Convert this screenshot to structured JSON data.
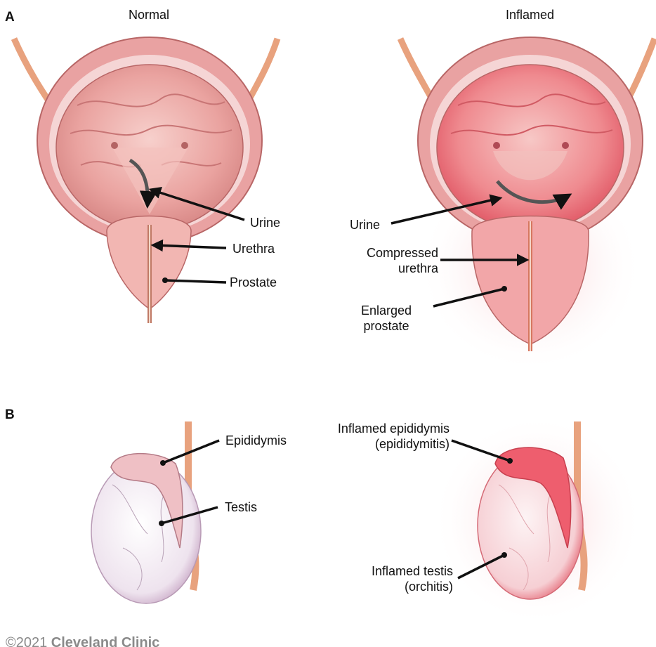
{
  "panels": {
    "a": {
      "letter": "A",
      "normal_title": "Normal",
      "inflamed_title": "Inflamed",
      "normal_labels": {
        "urine": "Urine",
        "urethra": "Urethra",
        "prostate": "Prostate"
      },
      "inflamed_labels": {
        "urine": "Urine",
        "compressed_urethra_1": "Compressed",
        "compressed_urethra_2": "urethra",
        "enlarged_prostate_1": "Enlarged",
        "enlarged_prostate_2": "prostate"
      }
    },
    "b": {
      "letter": "B",
      "normal_labels": {
        "epididymis": "Epididymis",
        "testis": "Testis"
      },
      "inflamed_labels": {
        "epididymis_1": "Inflamed epididymis",
        "epididymis_2": "(epididymitis)",
        "testis_1": "Inflamed testis",
        "testis_2": "(orchitis)"
      }
    }
  },
  "copyright": {
    "symbol_year": "©2021",
    "owner": "Cleveland Clinic"
  },
  "colors": {
    "tissue": "#e9a2a2",
    "tissue_dark": "#c86a6a",
    "inflamed": "#ef6f7a",
    "testis": "#f3eef3",
    "cord": "#e8a27e",
    "arrow": "#111111"
  }
}
